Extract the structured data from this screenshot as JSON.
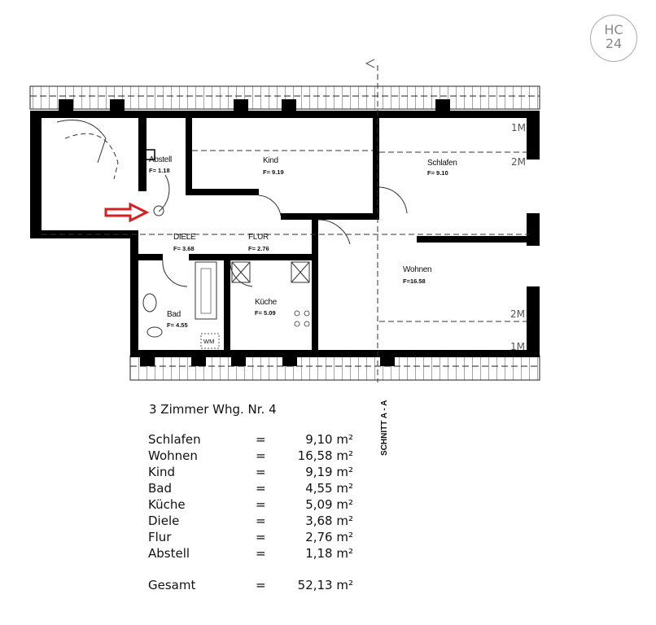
{
  "logo": {
    "line1": "HC",
    "line2": "24"
  },
  "floorplan": {
    "rooms": [
      {
        "id": "abstell",
        "name": "Abstell",
        "area": "F= 1.18"
      },
      {
        "id": "kind",
        "name": "Kind",
        "area": "F= 9.19"
      },
      {
        "id": "schlafen",
        "name": "Schlafen",
        "area": "F= 9.10"
      },
      {
        "id": "diele",
        "name": "DIELE",
        "area": "F= 3.68"
      },
      {
        "id": "flur",
        "name": "FLUR",
        "area": "F= 2.76"
      },
      {
        "id": "wohnen",
        "name": "Wohnen",
        "area": "F=16.58"
      },
      {
        "id": "bad",
        "name": "Bad",
        "area": "F= 4.55"
      },
      {
        "id": "kueche",
        "name": "Küche",
        "area": "F= 5.09"
      }
    ],
    "height_marks": {
      "top_1m": "1M",
      "top_2m": "2M",
      "bottom_2m": "2M",
      "bottom_1m": "1M"
    },
    "washer_label": "WM",
    "section_label": "SCHNITT A - A",
    "entrance_arrow_color": "#d42020"
  },
  "summary": {
    "title": "3 Zimmer Whg. Nr. 4",
    "rows": [
      {
        "name": "Schlafen",
        "eq": "=",
        "value": "9,10 m²"
      },
      {
        "name": "Wohnen",
        "eq": "=",
        "value": "16,58 m²"
      },
      {
        "name": "Kind",
        "eq": "=",
        "value": "9,19 m²"
      },
      {
        "name": "Bad",
        "eq": "=",
        "value": "4,55 m²"
      },
      {
        "name": "Küche",
        "eq": "=",
        "value": "5,09 m²"
      },
      {
        "name": "Diele",
        "eq": "=",
        "value": "3,68 m²"
      },
      {
        "name": "Flur",
        "eq": "=",
        "value": "2,76 m²"
      },
      {
        "name": "Abstell",
        "eq": "=",
        "value": "1,18 m²"
      }
    ],
    "total": {
      "name": "Gesamt",
      "eq": "=",
      "value": "52,13 m²"
    }
  }
}
